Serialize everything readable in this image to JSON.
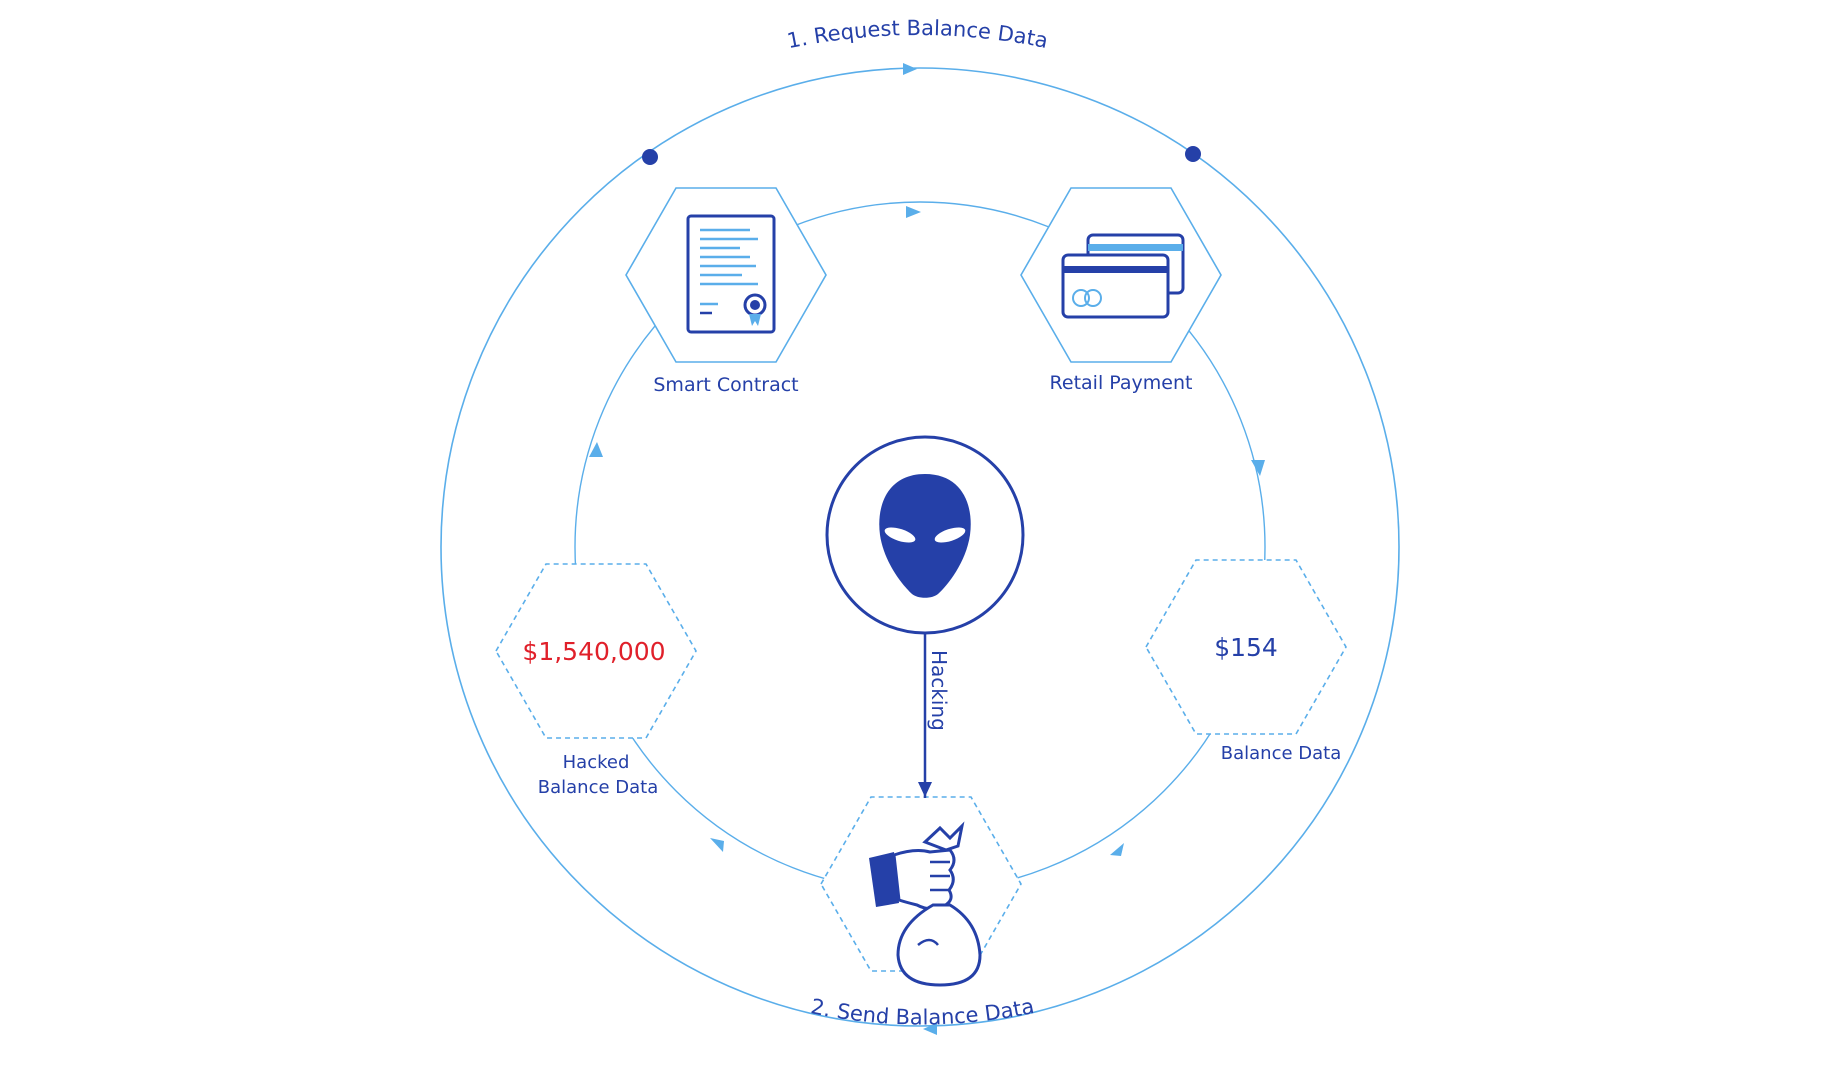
{
  "labels": {
    "request_balance": "1. Request Balance Data",
    "send_balance": "2. Send Balance Data",
    "smart_contract": "Smart Contract",
    "retail_payment": "Retail Payment",
    "balance_amount": "$154",
    "balance_data": "Balance Data",
    "hacked_amount": "$1,540,000",
    "hacked_line1": "Hacked",
    "hacked_line2": "Balance Data",
    "hacking": "Hacking"
  },
  "icons": {
    "smart_contract": "document-with-seal-icon",
    "retail_payment": "credit-cards-icon",
    "hacker": "alien-head-icon",
    "money_bag": "hand-holding-money-bag-icon"
  },
  "colors": {
    "primary": "#2540a8",
    "line": "#5aaeea",
    "hacked_amount": "#e0202a"
  }
}
